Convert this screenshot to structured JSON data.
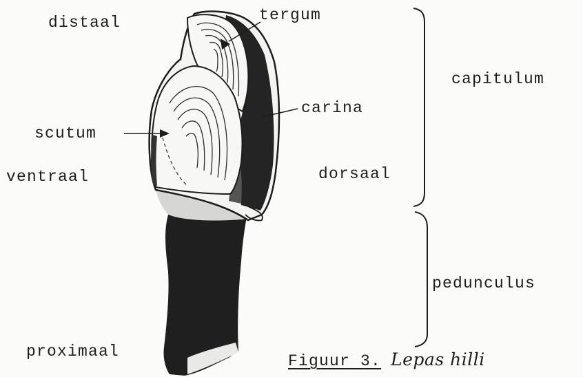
{
  "figure": {
    "labels": {
      "distaal": "distaal",
      "tergum": "tergum",
      "capitulum": "capitulum",
      "carina": "carina",
      "scutum": "scutum",
      "ventraal": "ventraal",
      "dorsaal": "dorsaal",
      "pedunculus": "pedunculus",
      "proximaal": "proximaal"
    },
    "caption": {
      "figure_label": "Figuur 3.",
      "species": "Lepas hilli"
    }
  },
  "colors": {
    "ink": "#1d1d1d",
    "paper": "#fbfbf9"
  }
}
